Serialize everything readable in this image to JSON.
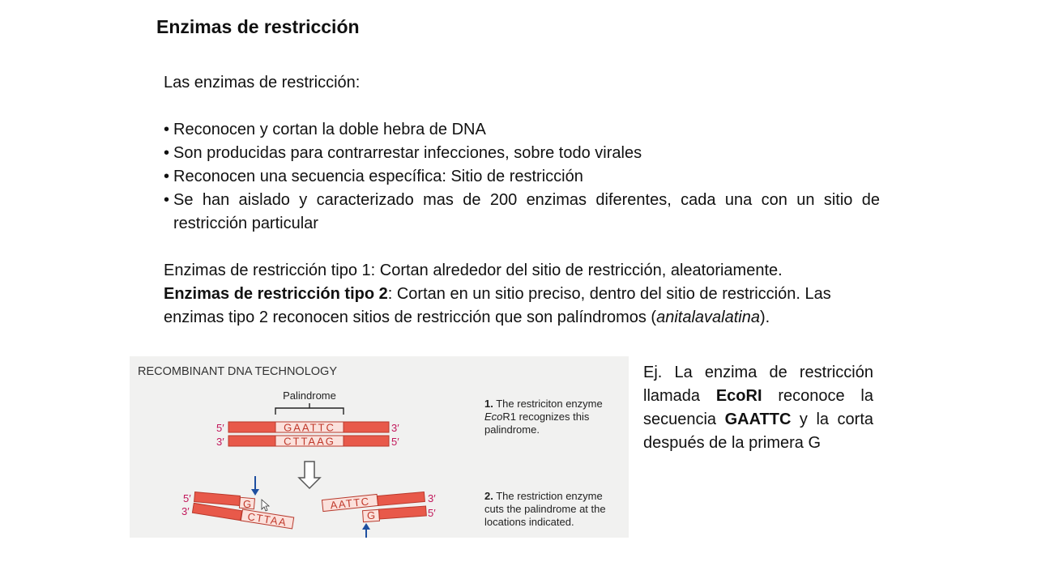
{
  "slide": {
    "title": "Enzimas de restricción"
  },
  "intro": "Las enzimas de restricción:",
  "bullets": [
    "Reconocen y cortan la doble hebra de DNA",
    "Son producidas para contrarrestar infecciones, sobre todo virales",
    "Reconocen una secuencia específica: Sitio de restricción",
    "Se han aislado y caracterizado mas de 200 enzimas diferentes, cada una con un sitio de restricción particular"
  ],
  "type1": "Enzimas de restricción tipo 1: Cortan alrededor del sitio de restricción, aleatoriamente.",
  "type2": {
    "bold": "Enzimas de restricción tipo 2",
    "rest_a": ": Cortan en un sitio preciso, dentro del sitio de restricción. Las enzimas tipo 2 reconocen sitios de restricción que son palíndromos (",
    "italic": "anitalavalatina",
    "rest_b": ")."
  },
  "figure": {
    "heading": "RECOMBINANT DNA TECHNOLOGY",
    "palindrome_label": "Palindrome",
    "top_seq": "GAATTC",
    "bottom_seq": "CTTAAG",
    "five_prime": "5′",
    "three_prime": "3′",
    "step1": {
      "num": "1.",
      "line1": "The restriciton enzyme",
      "line2_italic": "Eco",
      "line2_rest": "R1 recognizes this",
      "line3": "palindrome."
    },
    "step2": {
      "num": "2.",
      "line1": "The restriction enzyme",
      "line2": "cuts the palindrome at the",
      "line3": "locations indicated."
    },
    "left_frag_top": "G",
    "left_frag_bottom": "CTTAA",
    "right_frag_top": "AATTC",
    "right_frag_bottom": "G",
    "colors": {
      "strand": "#e8594a",
      "strand_light": "#fbe1dc",
      "label_prime": "#c2185b",
      "arrow": "#1e4fa0"
    }
  },
  "example": {
    "a": "Ej. La enzima de restricción llamada ",
    "enzyme": "EcoRI",
    "b": " reconoce la secuencia ",
    "seq": "GAATTC",
    "c": " y la corta después de la primera G"
  }
}
